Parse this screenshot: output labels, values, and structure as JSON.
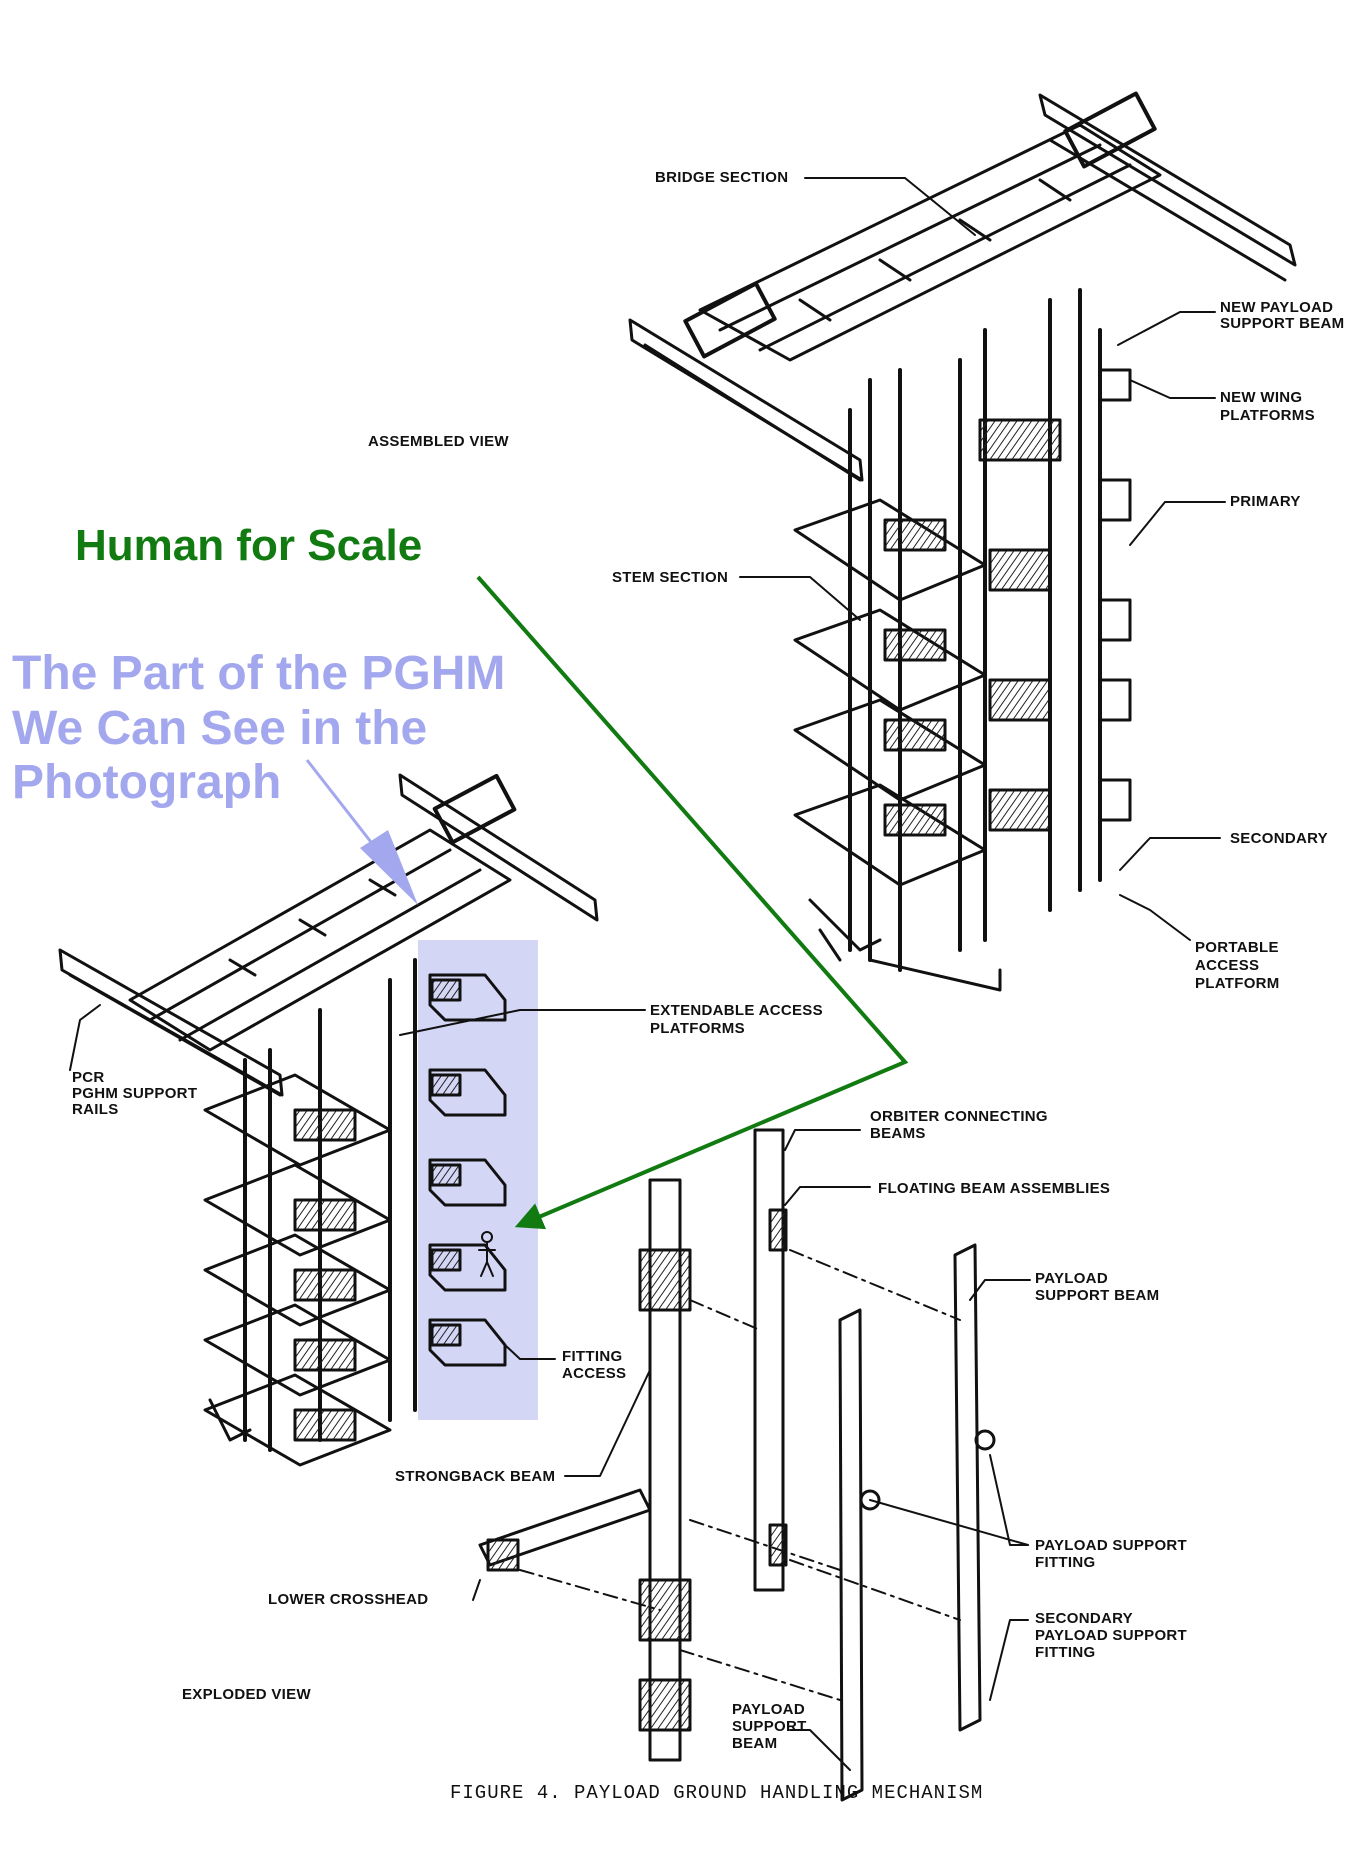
{
  "colors": {
    "annotation_green": "#117a11",
    "annotation_lavender": "#a3a8ee",
    "highlight_fill": "#d4d6f5",
    "ink": "#111111"
  },
  "annotations": {
    "human_for_scale": "Human for Scale",
    "pghm_part_lines": [
      "The Part of the PGHM",
      "We Can See in the",
      "Photograph"
    ]
  },
  "view_titles": {
    "assembled": "ASSEMBLED VIEW",
    "exploded": "EXPLODED VIEW"
  },
  "labels": {
    "bridge_section": "BRIDGE SECTION",
    "new_payload_support_beam": [
      "NEW PAYLOAD",
      "SUPPORT BEAM"
    ],
    "new_wing_platforms": [
      "NEW WING",
      "PLATFORMS"
    ],
    "primary": "PRIMARY",
    "stem_section": "STEM SECTION",
    "secondary": "SECONDARY",
    "portable_access_platform": [
      "PORTABLE",
      "ACCESS",
      "PLATFORM"
    ],
    "extendable_access_platforms": [
      "EXTENDABLE ACCESS",
      "PLATFORMS"
    ],
    "pcr_pghm_support_rails": [
      "PCR",
      "PGHM SUPPORT",
      "RAILS"
    ],
    "fitting_access": [
      "FITTING",
      "ACCESS"
    ],
    "strongback_beam": "STRONGBACK BEAM",
    "lower_crosshead": "LOWER CROSSHEAD",
    "orbiter_connecting_beams": [
      "ORBITER CONNECTING",
      "BEAMS"
    ],
    "floating_beam_assemblies": "FLOATING BEAM ASSEMBLIES",
    "payload_support_beam_right": [
      "PAYLOAD",
      "SUPPORT BEAM"
    ],
    "payload_support_fitting": [
      "PAYLOAD SUPPORT",
      "FITTING"
    ],
    "secondary_payload_support_fitting": [
      "SECONDARY",
      "PAYLOAD SUPPORT",
      "FITTING"
    ],
    "payload_support_beam_bottom": [
      "PAYLOAD",
      "SUPPORT",
      "BEAM"
    ]
  },
  "caption": "FIGURE 4.  PAYLOAD GROUND HANDLING MECHANISM"
}
